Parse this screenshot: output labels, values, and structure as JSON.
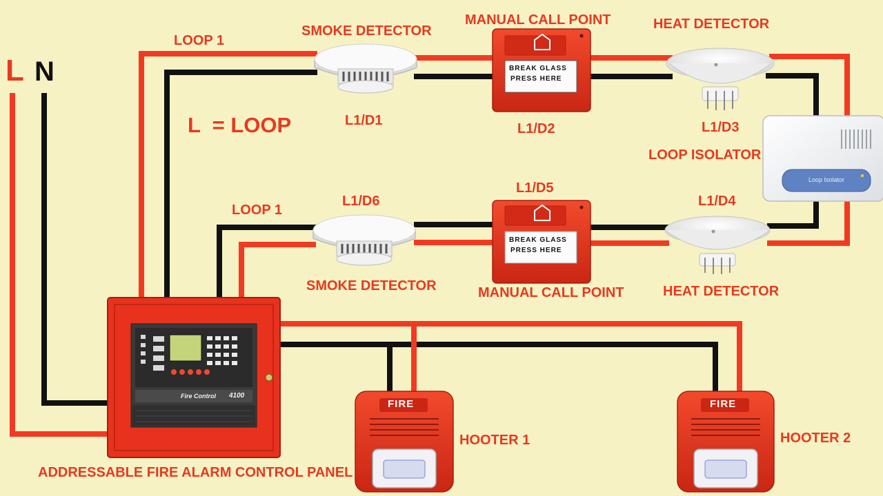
{
  "colors": {
    "background": "#f6f2c4",
    "live_wire": "#f23a22",
    "neutral_wire": "#111111",
    "label": "#e8391f",
    "device_red": "#e2321e",
    "device_white": "#f3f3f3"
  },
  "supply": {
    "live": "L",
    "neutral": "N"
  },
  "legend": {
    "loop": "L  = LOOP"
  },
  "loops": {
    "top_label": "LOOP 1",
    "bottom_label": "LOOP 1"
  },
  "devices": {
    "d1": {
      "type": "SMOKE DETECTOR",
      "address": "L1/D1"
    },
    "d2": {
      "type": "MANUAL CALL POINT",
      "address": "L1/D2",
      "glass_line1": "BREAK GLASS",
      "glass_line2": "PRESS HERE"
    },
    "d3": {
      "type": "HEAT DETECTOR",
      "address": "L1/D3"
    },
    "isolator": {
      "type": "LOOP ISOLATOR",
      "plate": "Loop Isolator"
    },
    "d4": {
      "type": "HEAT DETECTOR",
      "address": "L1/D4"
    },
    "d5": {
      "type": "MANUAL CALL POINT",
      "address": "L1/D5",
      "glass_line1": "BREAK GLASS",
      "glass_line2": "PRESS HERE"
    },
    "d6": {
      "type": "SMOKE DETECTOR",
      "address": "L1/D6"
    }
  },
  "panel": {
    "caption": "ADDRESSABLE FIRE ALARM CONTROL PANEL",
    "brand": "Fire Control",
    "model": "4100"
  },
  "hooters": [
    {
      "label": "HOOTER 1",
      "sign": "FIRE"
    },
    {
      "label": "HOOTER 2",
      "sign": "FIRE"
    }
  ]
}
